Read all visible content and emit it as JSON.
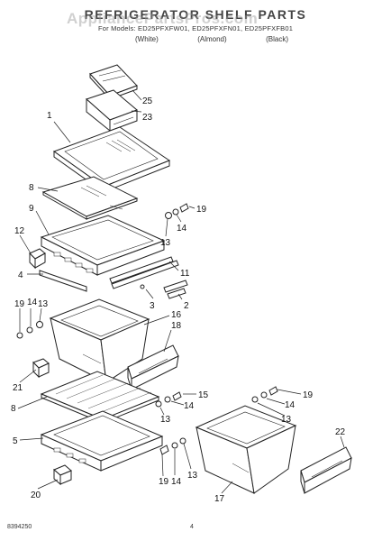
{
  "header": {
    "title": "REFRIGERATOR SHELF PARTS",
    "models": "For Models: ED25PFXFW01, ED25PFXFN01, ED25PFXFB01",
    "finishes": [
      "(White)",
      "(Almond)",
      "(Black)"
    ]
  },
  "watermark": "AppliancePartsPros.com",
  "callouts": [
    "1",
    "2",
    "3",
    "4",
    "5",
    "8",
    "8",
    "9",
    "11",
    "12",
    "13",
    "13",
    "13",
    "13",
    "14",
    "14",
    "14",
    "14",
    "15",
    "16",
    "17",
    "18",
    "19",
    "19",
    "19",
    "19",
    "20",
    "21",
    "22",
    "23",
    "25"
  ],
  "footer": {
    "code": "8394250",
    "page": "4"
  }
}
